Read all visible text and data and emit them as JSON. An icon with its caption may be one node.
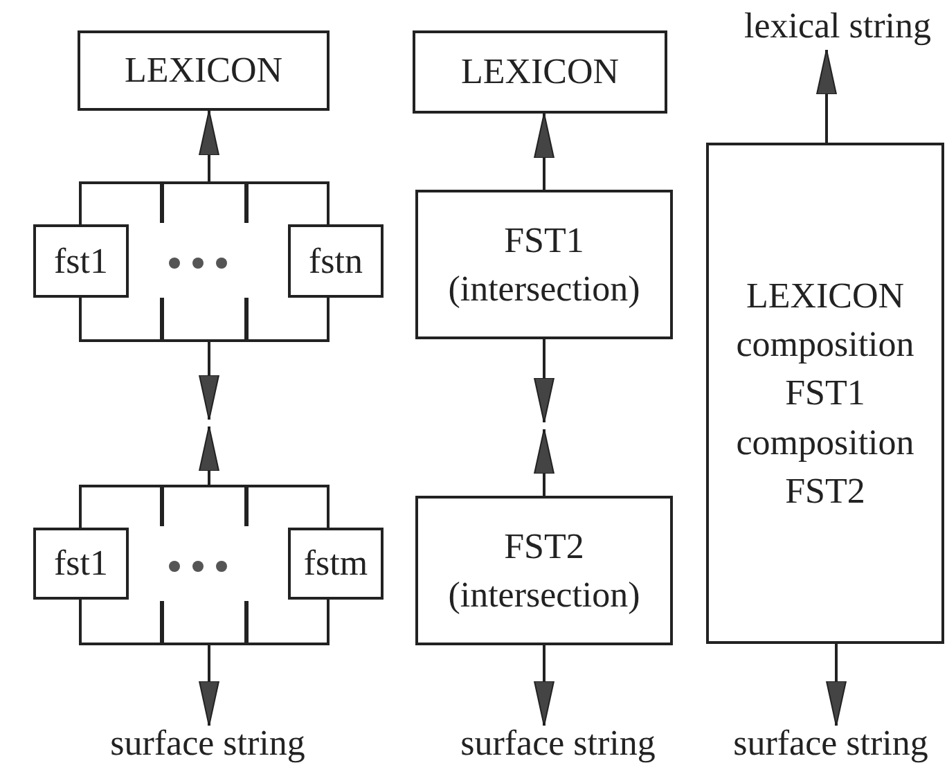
{
  "diagram": {
    "nodes": [
      {
        "text": [
          "LEXICON"
        ]
      },
      {
        "text": [],
        "shape": "box"
      },
      {
        "text": [
          "fst1"
        ]
      },
      {
        "text": [
          "fstn"
        ]
      },
      {
        "text": [],
        "shape": "box"
      },
      {
        "text": [
          "fst1"
        ]
      },
      {
        "text": [
          "fstm"
        ]
      },
      {
        "text": [
          "surface string"
        ]
      },
      {
        "text": [
          "LEXICON"
        ]
      },
      {
        "text": [
          "FST1",
          "(intersection)"
        ]
      },
      {
        "text": [
          "FST2",
          "(intersection)"
        ]
      },
      {
        "text": [
          "surface string"
        ]
      },
      {
        "text": [
          "lexical string"
        ]
      },
      {
        "text": [
          "LEXICON composition FST1 composition FST2"
        ]
      },
      {
        "text": [
          "surface string"
        ]
      }
    ],
    "edges": [
      {
        "from": 1,
        "to": 0,
        "arrow": "to"
      },
      {
        "from": 1,
        "to": null,
        "arrow": "to"
      },
      {
        "from": 4,
        "to": null,
        "arrow": "to"
      },
      {
        "from": 4,
        "to": 7,
        "arrow": "to"
      },
      {
        "from": 9,
        "to": 8,
        "arrow": "to"
      },
      {
        "from": 9,
        "to": null,
        "arrow": "to"
      },
      {
        "from": 10,
        "to": null,
        "arrow": "to"
      },
      {
        "from": 10,
        "to": 11,
        "arrow": "to"
      },
      {
        "from": 13,
        "to": 12,
        "arrow": "to"
      },
      {
        "from": 13,
        "to": 14,
        "arrow": "to"
      }
    ]
  }
}
